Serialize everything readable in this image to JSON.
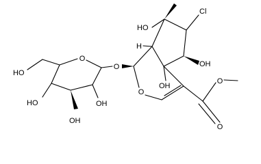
{
  "molecule": {
    "atom_labels": {
      "ho_c7": "HO",
      "cl": "Cl",
      "h_c9": "H",
      "o_glycosidic": "O",
      "oh_c6": "OH",
      "ho_primary": "HO",
      "o_glucose_ring": "O",
      "oh_c5": "OH",
      "o_iridoid_ring": "O",
      "o_ester_methoxy": "O",
      "ho_glucose_3": "HO",
      "oh_glucose_2": "OH",
      "oh_glucose_4": "OH",
      "o_carbonyl": "O"
    },
    "colors": {
      "ink": "#000000",
      "background": "#ffffff"
    }
  }
}
